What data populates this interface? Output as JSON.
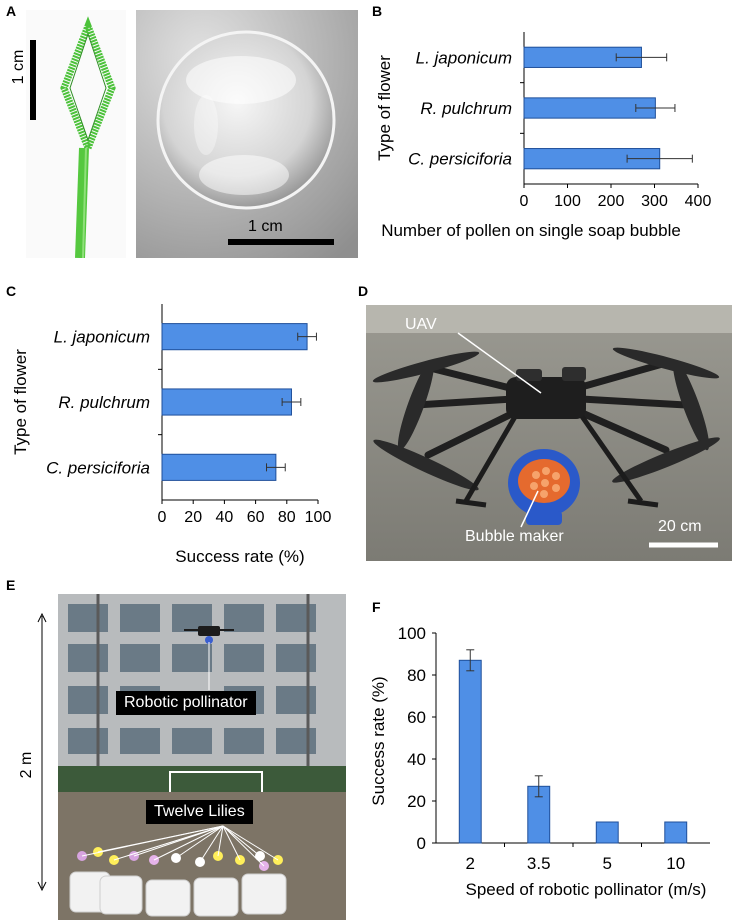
{
  "panels": {
    "A": "A",
    "B": "B",
    "C": "C",
    "D": "D",
    "E": "E",
    "F": "F"
  },
  "panel_a": {
    "scale_left": "1 cm",
    "scale_right": "1 cm"
  },
  "panel_d": {
    "uav": "UAV",
    "bubble_maker": "Bubble maker",
    "scale": "20 cm"
  },
  "panel_e": {
    "robotic_pollinator": "Robotic pollinator",
    "twelve_lilies": "Twelve Lilies",
    "height": "2 m"
  },
  "colors": {
    "bar_fill": "#4f8fe6",
    "bar_stroke": "#1f4f9a"
  },
  "chart_data": [
    {
      "id": "B",
      "type": "bar",
      "orientation": "horizontal",
      "categories": [
        "L. japonicum",
        "R. pulchrum",
        "C. persiciforia"
      ],
      "values": [
        270,
        302,
        312
      ],
      "errors": [
        58,
        45,
        75
      ],
      "xlabel": "Number of pollen on single soap bubble",
      "ylabel": "Type of flower",
      "xlim": [
        0,
        400
      ],
      "xticks": [
        0,
        100,
        200,
        300,
        400
      ],
      "grid": false
    },
    {
      "id": "C",
      "type": "bar",
      "orientation": "horizontal",
      "categories": [
        "L. japonicum",
        "R. pulchrum",
        "C. persiciforia"
      ],
      "values": [
        93,
        83,
        73
      ],
      "errors": [
        6,
        6,
        6
      ],
      "xlabel": "Success rate (%)",
      "ylabel": "Type of flower",
      "xlim": [
        0,
        100
      ],
      "xticks": [
        0,
        20,
        40,
        60,
        80,
        100
      ],
      "grid": false
    },
    {
      "id": "F",
      "type": "bar",
      "orientation": "vertical",
      "categories": [
        "2",
        "3.5",
        "5",
        "10"
      ],
      "values": [
        87,
        27,
        10,
        10
      ],
      "errors": [
        5,
        5,
        0,
        0
      ],
      "xlabel": "Speed of robotic pollinator (m/s)",
      "ylabel": "Success rate (%)",
      "ylim": [
        0,
        100
      ],
      "yticks": [
        0,
        20,
        40,
        60,
        80,
        100
      ],
      "grid": false
    }
  ]
}
